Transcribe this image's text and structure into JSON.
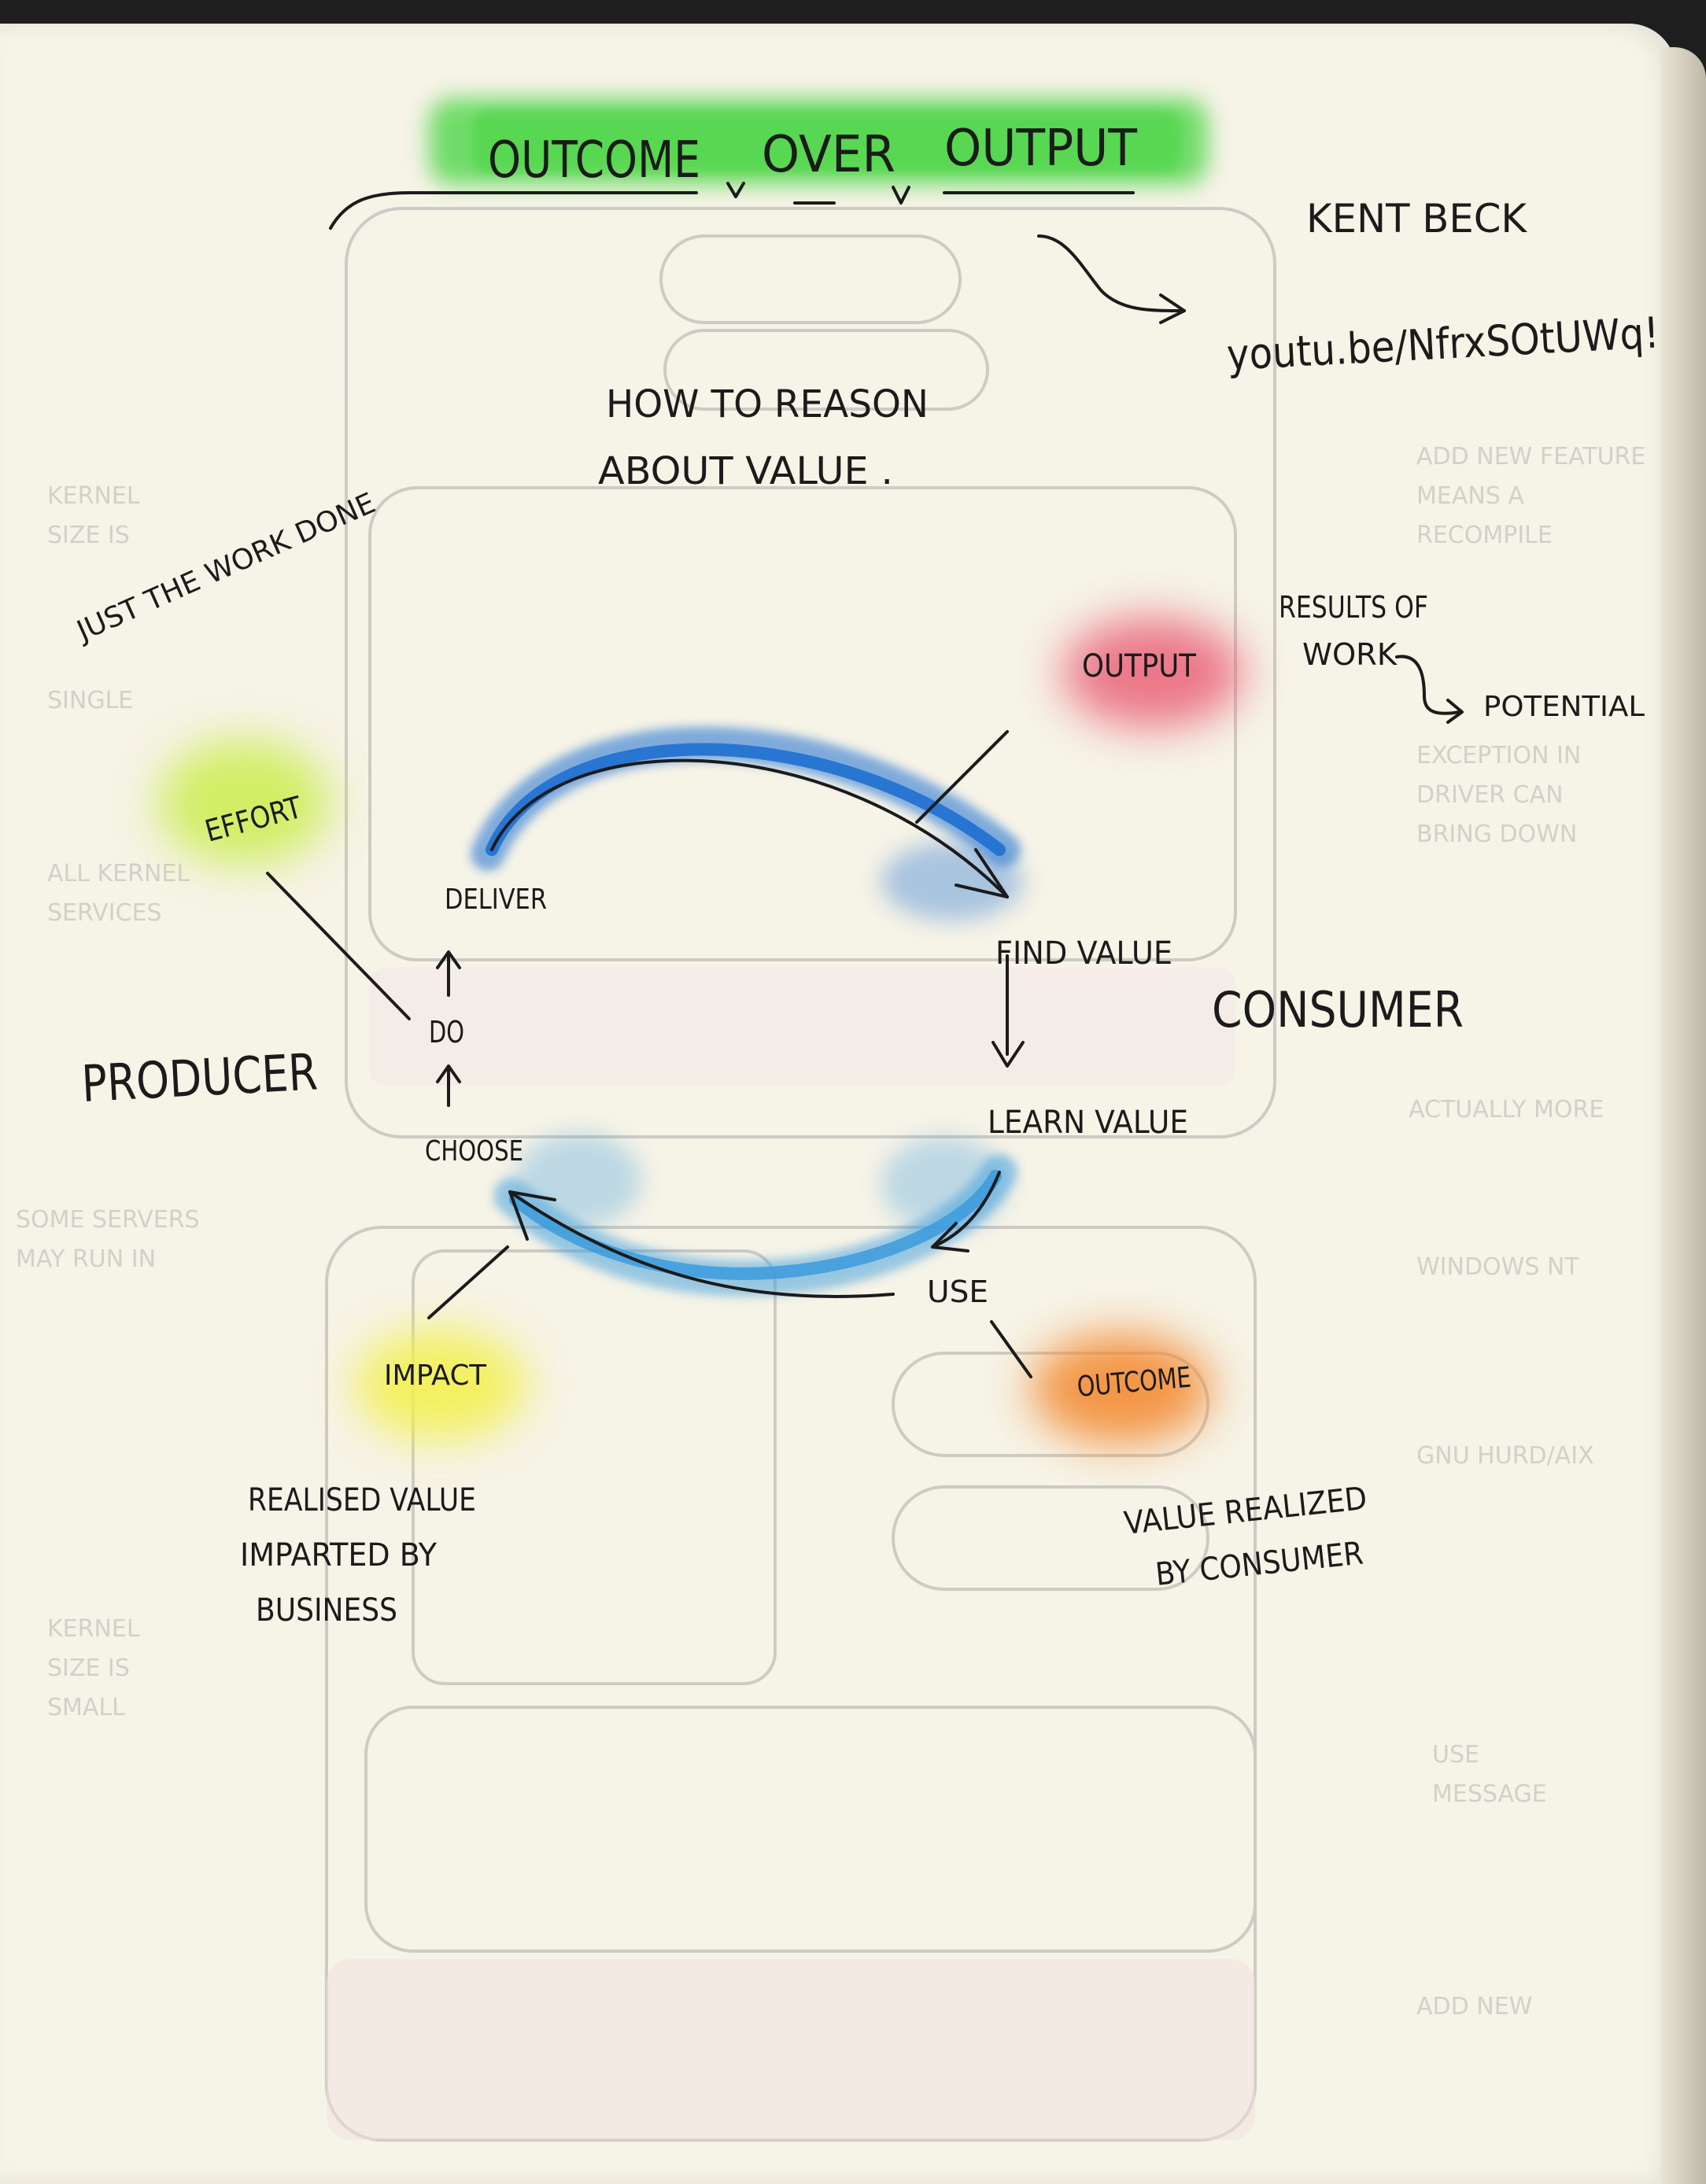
{
  "title": {
    "words": [
      "OUTCOME",
      "OVER",
      "OUTPUT"
    ]
  },
  "source": {
    "author": "KENT BECK",
    "link": "youtu.be/NfrxSOtUWq!"
  },
  "subtitle": [
    "HOW TO REASON",
    "ABOUT VALUE ."
  ],
  "roles": {
    "producer": "PRODUCER",
    "consumer": "CONSUMER"
  },
  "nodes": {
    "output": "OUTPUT",
    "effort": "EFFORT",
    "impact": "IMPACT",
    "outcome": "OUTCOME"
  },
  "cycle": {
    "deliver": "DELIVER",
    "find_value": "FIND VALUE",
    "learn_value": "LEARN VALUE",
    "use": "USE",
    "choose": "CHOOSE",
    "do": "DO"
  },
  "annotations": {
    "just_the_work": "JUST THE WORK DONE",
    "results_of_work": [
      "RESULTS OF",
      "WORK"
    ],
    "potential": "POTENTIAL",
    "realised_value": [
      "REALISED VALUE",
      "IMPARTED BY",
      "BUSINESS"
    ],
    "value_realized": [
      "VALUE REALIZED",
      "BY CONSUMER"
    ]
  },
  "colors": {
    "title_highlight": "#4fd64a",
    "output_blob": "#e8506b",
    "effort_blob": "#c6ec3a",
    "impact_blob": "#f3f04a",
    "outcome_blob": "#f3862c",
    "deliver_arrow": "#1f6fd0",
    "use_arrow": "#3b9bdc",
    "ink": "#1b1b1b"
  }
}
